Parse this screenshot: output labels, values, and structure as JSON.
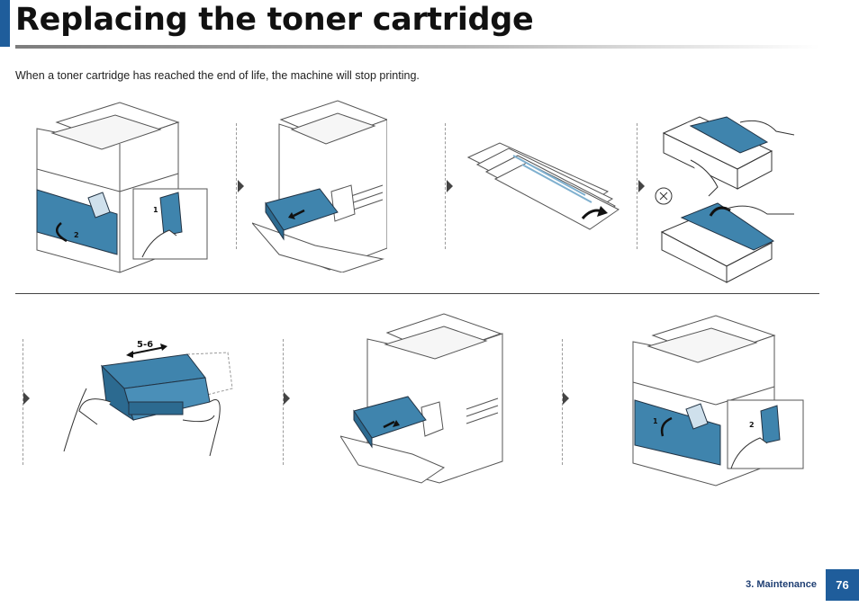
{
  "page": {
    "title": "Replacing the toner cartridge",
    "intro": "When a toner cartridge has reached the end of life, the machine will stop printing."
  },
  "steps": [
    {
      "name": "open-front-cover",
      "callouts": [
        "1",
        "2"
      ]
    },
    {
      "name": "pull-out-cartridge",
      "callouts": []
    },
    {
      "name": "unpack-new-cartridge",
      "callouts": []
    },
    {
      "name": "remove-packaging",
      "callouts": []
    },
    {
      "name": "shake-cartridge",
      "callouts": [
        "5-6"
      ]
    },
    {
      "name": "insert-cartridge",
      "callouts": []
    },
    {
      "name": "close-front-cover",
      "callouts": [
        "1",
        "2"
      ]
    }
  ],
  "footer": {
    "section": "3.  Maintenance",
    "page_number": "76"
  },
  "colors": {
    "accent": "#1f5d9b",
    "illustration_blue": "#3f84ad"
  }
}
